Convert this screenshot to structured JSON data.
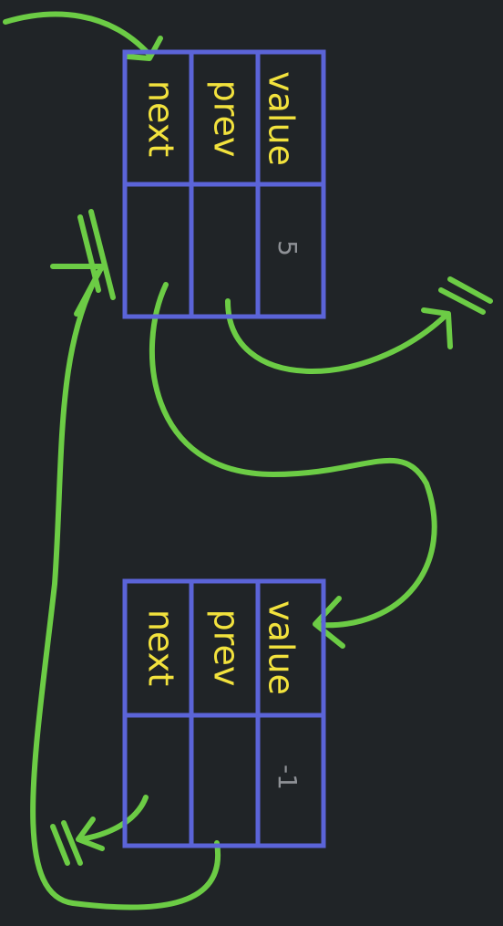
{
  "colors": {
    "background": "#202427",
    "node_border": "#5b64d8",
    "label": "#f2e23d",
    "value": "#8e9196",
    "arrow": "#6ccc45"
  },
  "nodes": [
    {
      "fields": {
        "value_label": "value",
        "prev_label": "prev",
        "next_label": "next",
        "value": "5"
      }
    },
    {
      "fields": {
        "value_label": "value",
        "prev_label": "prev",
        "next_label": "next",
        "value": "-1"
      }
    }
  ]
}
